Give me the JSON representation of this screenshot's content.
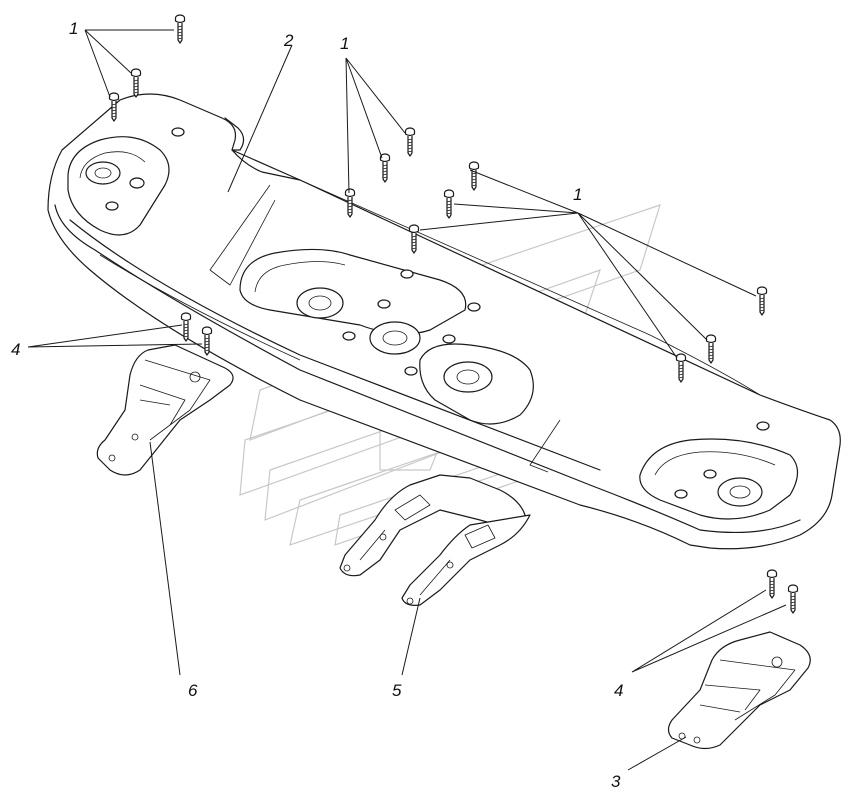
{
  "callouts": {
    "c1a": "1",
    "c1b": "1",
    "c1c": "1",
    "c2": "2",
    "c3": "3",
    "c4a": "4",
    "c4b": "4",
    "c5": "5",
    "c6": "6"
  },
  "parts": [
    {
      "number": "1",
      "name": "screw"
    },
    {
      "number": "2",
      "name": "bumper-cover-panel"
    },
    {
      "number": "3",
      "name": "right-bracket"
    },
    {
      "number": "4",
      "name": "screw"
    },
    {
      "number": "5",
      "name": "center-bracket"
    },
    {
      "number": "6",
      "name": "left-bracket"
    }
  ],
  "colors": {
    "line": "#1a1a1a",
    "watermark": "#c8c8c8",
    "background": "#ffffff"
  }
}
